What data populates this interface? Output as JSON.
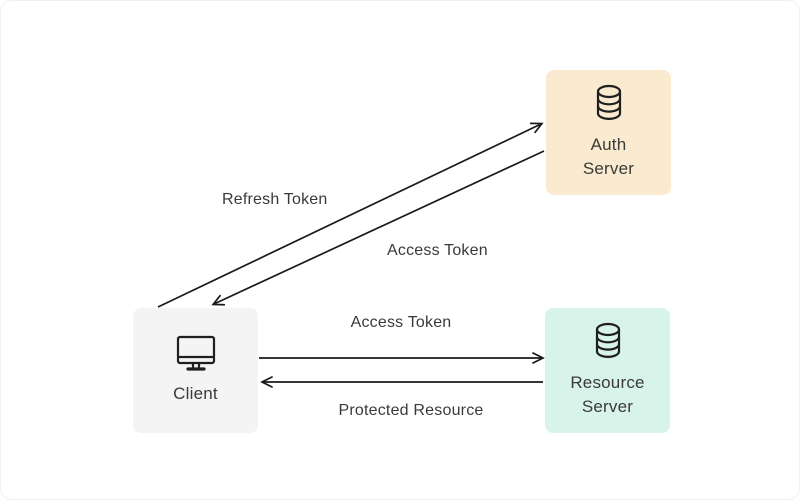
{
  "diagram": {
    "nodes": {
      "client": {
        "label": "Client",
        "color": "#f4f4f4",
        "icon": "monitor-icon"
      },
      "auth_server": {
        "label": "Auth Server",
        "color": "#faeacf",
        "icon": "database-icon"
      },
      "resource_server": {
        "label": "Resource Server",
        "color": "#d8f3e9",
        "icon": "database-icon"
      }
    },
    "edges": {
      "refresh_token": {
        "label": "Refresh Token",
        "from": "Client",
        "to": "Auth Server"
      },
      "access_token_from_auth": {
        "label": "Access Token",
        "from": "Auth Server",
        "to": "Client"
      },
      "access_token_to_resource": {
        "label": "Access Token",
        "from": "Client",
        "to": "Resource Server"
      },
      "protected_resource": {
        "label": "Protected Resource",
        "from": "Resource Server",
        "to": "Client"
      }
    },
    "colors": {
      "line": "#1a1a1a",
      "label_text": "#3a3a3a",
      "background": "#ffffff"
    }
  }
}
